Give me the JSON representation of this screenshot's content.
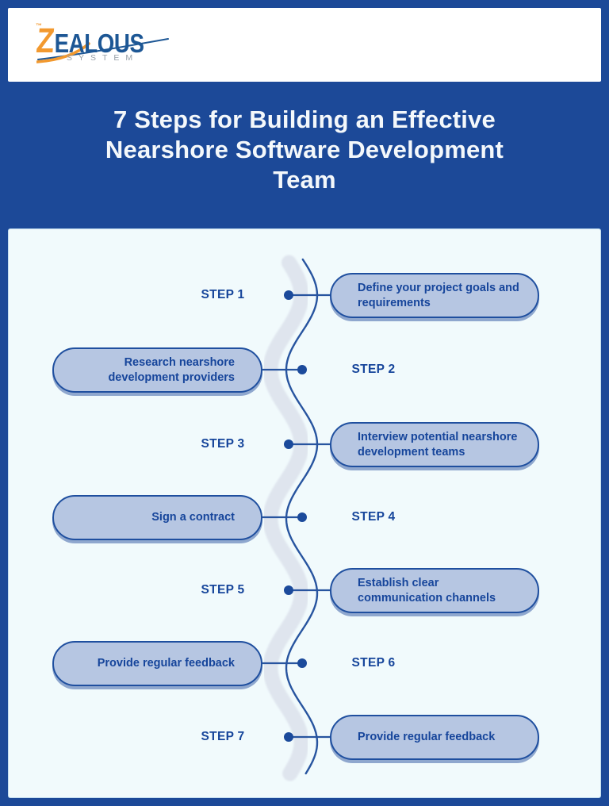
{
  "brand": {
    "monogram": "Z",
    "name_rest": "EALOUS",
    "full_name": "ZEALOUS",
    "tagline": "SYSTEM",
    "trademark": "™"
  },
  "title": {
    "lines": [
      "7 Steps for Building an Effective",
      "Nearshore Software Development",
      "Team"
    ]
  },
  "steps": [
    {
      "label": "STEP 1",
      "text": "Define your project goals and requirements",
      "side": "right"
    },
    {
      "label": "STEP 2",
      "text": "Research nearshore development providers",
      "side": "left"
    },
    {
      "label": "STEP 3",
      "text": "Interview potential nearshore development teams",
      "side": "right"
    },
    {
      "label": "STEP 4",
      "text": "Sign a contract",
      "side": "left"
    },
    {
      "label": "STEP 5",
      "text": "Establish clear communication channels",
      "side": "right"
    },
    {
      "label": "STEP 6",
      "text": "Provide regular feedback",
      "side": "left"
    },
    {
      "label": "STEP 7",
      "text": "Provide regular feedback",
      "side": "right"
    }
  ],
  "colors": {
    "frame": "#1c4998",
    "panel": "#f1fafc",
    "pill_fill": "#b6c6e2",
    "pill_border": "#1f4f9f",
    "ink": "#16459b",
    "shadow": "#8fa7ce",
    "band": "#dfe5ee",
    "line": "#27549f",
    "dot": "#1b4a9b",
    "title_text": "#f4f8fb",
    "logo_blue": "#1d5795",
    "logo_orange": "#f2992f",
    "tagline_gray": "#97a0a8"
  }
}
